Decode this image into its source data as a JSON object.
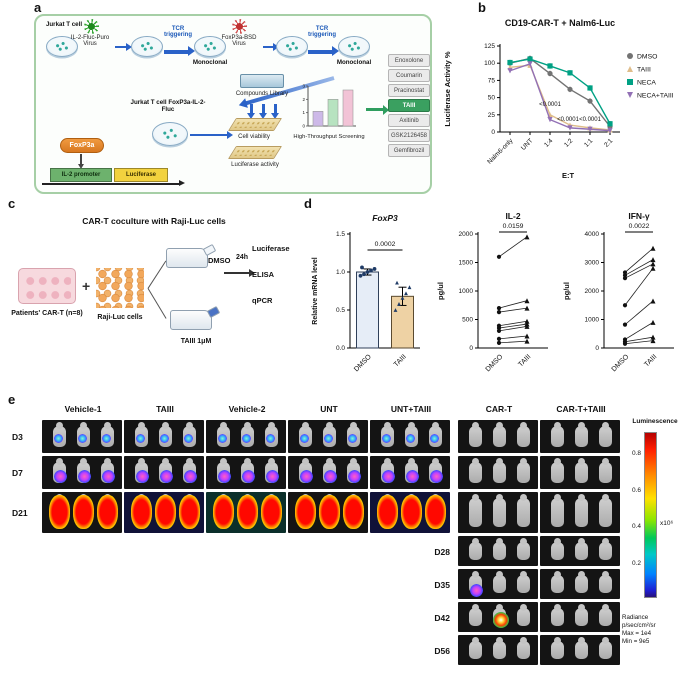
{
  "panels": {
    "a": "a",
    "b": "b",
    "c": "c",
    "d": "d",
    "e": "e"
  },
  "panel_a": {
    "jurkat_label": "Jurkat T cell",
    "green_virus_label": "IL-2-Fluc-Puro Virus",
    "red_virus_label": "FoxP3a-BSD Virus",
    "tcr_triggering_1": "TCR triggering",
    "tcr_triggering_2": "TCR triggering",
    "monoclonal_1": "Monoclonal",
    "monoclonal_2": "Monoclonal",
    "compounds_library": "Compounds Library",
    "cell_viability": "Cell viability",
    "luciferase_activity": "Luciferase activity",
    "hts_label": "High-Throughput Screening",
    "reporter_cell_label": "Jurkat T cell FoxP3a-IL-2-Fluc",
    "construct": {
      "tf": "FoxP3a",
      "promoter": "IL-2 promoter",
      "reporter": "Luciferase"
    },
    "compound_list": [
      "Enoxolone",
      "Coumarin",
      "Pracinostat",
      "TAIII",
      "Axitinib",
      "GSK2126458",
      "Gemfibrozil"
    ]
  },
  "panel_c": {
    "title": "CAR-T coculture with Raji-Luc cells",
    "cart_label": "Patients' CAR-T (n=8)",
    "raji_label": "Raji-Luc cells",
    "plus": "+",
    "flask1_label": "DMSO",
    "flask2_label": "TAIII 1μM",
    "duration": "24h",
    "outputs": [
      "Luciferase",
      "ELISA",
      "qPCR"
    ]
  },
  "panel_e": {
    "columns": [
      "Vehicle-1",
      "TAIII",
      "Vehicle-2",
      "UNT",
      "UNT+TAIII",
      "CAR-T",
      "CAR-T+TAIII"
    ],
    "rows": [
      {
        "label": "D3",
        "full": true,
        "tall": false,
        "signals": [
          "blue",
          "blue",
          "blue",
          "blue",
          "blue",
          "none",
          "none"
        ]
      },
      {
        "label": "D7",
        "full": true,
        "tall": false,
        "signals": [
          "purple",
          "purple",
          "purple",
          "purple",
          "purple",
          "none",
          "none"
        ]
      },
      {
        "label": "D21",
        "full": true,
        "tall": true,
        "signals": [
          "red",
          "red-blue",
          "red-teal",
          "red",
          "red-blue",
          "none",
          "none"
        ]
      },
      {
        "label": "D28",
        "full": false,
        "tall": false,
        "signals": [
          null,
          null,
          null,
          null,
          null,
          "none",
          "none"
        ]
      },
      {
        "label": "D35",
        "full": false,
        "tall": false,
        "signals": [
          null,
          null,
          null,
          null,
          null,
          "one-purple",
          "none"
        ]
      },
      {
        "label": "D42",
        "full": false,
        "tall": false,
        "signals": [
          null,
          null,
          null,
          null,
          null,
          "one-rainbow",
          "none"
        ]
      },
      {
        "label": "D56",
        "full": false,
        "tall": false,
        "signals": [
          null,
          null,
          null,
          null,
          null,
          "none",
          "none"
        ]
      }
    ],
    "colorbar": {
      "title": "Luminescence",
      "ticks": [
        "0.8",
        "0.6",
        "0.4",
        "0.2"
      ],
      "scale_label": "x10⁶",
      "footer": [
        "Radiance",
        "p/sec/cm²/sr",
        "Max = 1e4",
        "Min = 9e5"
      ]
    }
  },
  "chart_data": [
    {
      "id": "cart_nalm6",
      "type": "line",
      "title": "CD19-CAR-T + Nalm6-Luc",
      "categories": [
        "Nalm6-only",
        "UNT",
        "1:4",
        "1:2",
        "1:1",
        "2:1"
      ],
      "xlabel": "E:T",
      "ylabel": "Luciferase Activity %",
      "ylim": [
        0,
        125
      ],
      "yticks": [
        "0",
        "25",
        "50",
        "75",
        "100",
        "125"
      ],
      "legend_position": "right",
      "series": [
        {
          "name": "DMSO",
          "color": "#737373",
          "marker": "circle",
          "error": 4,
          "values": [
            100,
            107,
            85,
            62,
            45,
            8
          ]
        },
        {
          "name": "TAIII",
          "color": "#dfbd8a",
          "marker": "triangle",
          "error": 3,
          "values": [
            94,
            97,
            25,
            10,
            6,
            3
          ]
        },
        {
          "name": "NECA",
          "color": "#00a184",
          "marker": "square",
          "error": 4,
          "values": [
            101,
            106,
            96,
            86,
            64,
            12
          ]
        },
        {
          "name": "NECA+TAIII",
          "color": "#9270b5",
          "marker": "triangle-down",
          "error": 3,
          "values": [
            89,
            99,
            18,
            6,
            4,
            2
          ]
        }
      ],
      "annotations": [
        {
          "text": "<0.0001",
          "x": 2.0,
          "y": 38
        },
        {
          "text": "<0.0001",
          "x": 2.9,
          "y": 16
        },
        {
          "text": "<0.0001",
          "x": 4.0,
          "y": 16
        }
      ]
    },
    {
      "id": "hts",
      "type": "mini-bar",
      "title": "High-Throughput Screening",
      "values": [
        1.1,
        2.0,
        2.7
      ],
      "colors": [
        "#cdb9e8",
        "#b7e3c0",
        "#f2c3d6"
      ],
      "ylim": [
        0,
        3
      ],
      "yticks": [
        0,
        1,
        2,
        3
      ]
    },
    {
      "id": "foxp3",
      "type": "bar",
      "title": "FoxP3",
      "title_italic": true,
      "categories": [
        "DMSO",
        "TAIII"
      ],
      "ylabel": "Relative mRNA level",
      "ylim": [
        0,
        1.5
      ],
      "yticks": [
        "0.0",
        "0.5",
        "1.0",
        "1.5"
      ],
      "p_value": "0.0002",
      "bars": [
        {
          "label": "DMSO",
          "value": 1.0,
          "error": 0.04,
          "fill": "#e6edf7",
          "stroke": "#30405a",
          "marker": "circle",
          "points": [
            0.95,
            0.97,
            1.0,
            1.02,
            1.04,
            1.06
          ]
        },
        {
          "label": "TAIII",
          "value": 0.68,
          "error": 0.12,
          "fill": "#eed2a4",
          "stroke": "#5a4a30",
          "marker": "triangle",
          "points": [
            0.5,
            0.58,
            0.66,
            0.72,
            0.8,
            0.86
          ]
        }
      ]
    },
    {
      "id": "il2",
      "type": "paired",
      "title": "IL-2",
      "categories": [
        "DMSO",
        "TAIII"
      ],
      "ylabel": "pg/ul",
      "ylim": [
        0,
        2000
      ],
      "yticks": [
        "0",
        "500",
        "1000",
        "1500",
        "2000"
      ],
      "p_value": "0.0159",
      "pairs": [
        [
          1600,
          1950
        ],
        [
          700,
          830
        ],
        [
          630,
          700
        ],
        [
          390,
          470
        ],
        [
          350,
          420
        ],
        [
          300,
          380
        ],
        [
          160,
          210
        ],
        [
          90,
          120
        ]
      ]
    },
    {
      "id": "ifng",
      "type": "paired",
      "title": "IFN-γ",
      "categories": [
        "DMSO",
        "TAIII"
      ],
      "ylabel": "pg/ul",
      "ylim": [
        0,
        4000
      ],
      "yticks": [
        "0",
        "1000",
        "2000",
        "3000",
        "4000"
      ],
      "p_value": "0.0022",
      "pairs": [
        [
          2650,
          3500
        ],
        [
          2550,
          3100
        ],
        [
          2450,
          2950
        ],
        [
          1500,
          2800
        ],
        [
          820,
          1650
        ],
        [
          300,
          900
        ],
        [
          220,
          380
        ],
        [
          150,
          260
        ]
      ]
    }
  ]
}
